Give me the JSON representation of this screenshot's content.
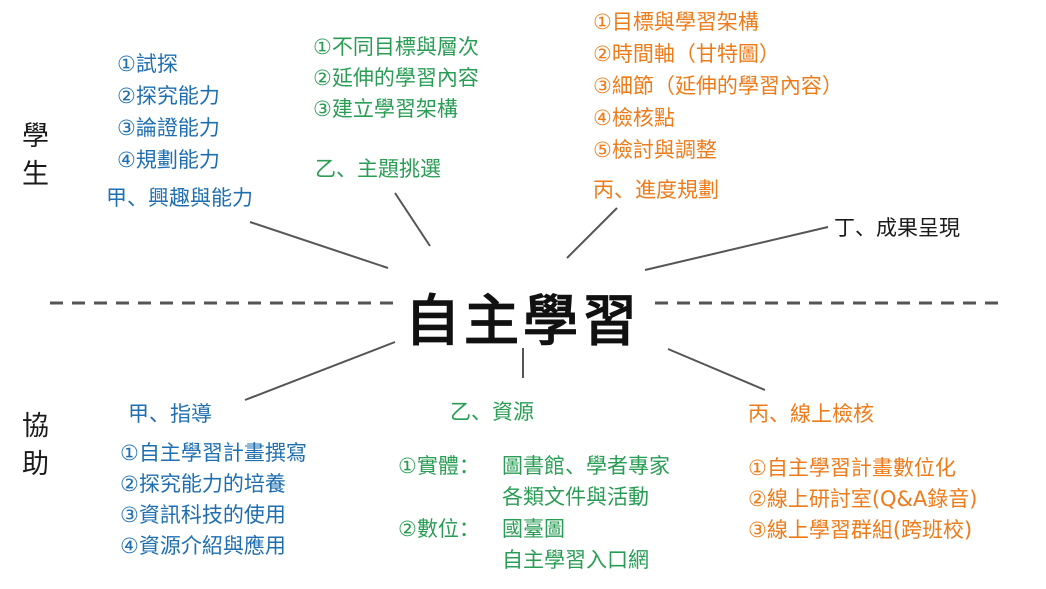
{
  "title": "自主學習",
  "side_labels": {
    "student": "學生",
    "assist": "協助"
  },
  "colors": {
    "blue": "#1f6fb0",
    "green": "#2a9d55",
    "orange": "#ee7b1a",
    "black": "#1a1a1a"
  },
  "student": {
    "a": {
      "heading": "甲、興趣與能力",
      "items": [
        "①試探",
        "②探究能力",
        "③論證能力",
        "④規劃能力"
      ]
    },
    "b": {
      "heading": "乙、主題挑選",
      "items": [
        "①不同目標與層次",
        "②延伸的學習內容",
        "③建立學習架構"
      ]
    },
    "c": {
      "heading": "丙、進度規劃",
      "items": [
        "①目標與學習架構",
        "②時間軸（甘特圖）",
        "③細節（延伸的學習內容）",
        "④檢核點",
        "⑤檢討與調整"
      ]
    },
    "d": {
      "heading": "丁、成果呈現"
    }
  },
  "assist": {
    "a": {
      "heading": "甲、指導",
      "items": [
        "①自主學習計畫撰寫",
        "②探究能力的培養",
        "③資訊科技的使用",
        "④資源介紹與應用"
      ]
    },
    "b": {
      "heading": "乙、資源",
      "row1_label": "①實體：",
      "row1_lines": [
        "圖書館、學者專家",
        "各類文件與活動"
      ],
      "row2_label": "②數位：",
      "row2_lines": [
        "國臺圖",
        "自主學習入口網"
      ]
    },
    "c": {
      "heading": "丙、線上檢核",
      "items": [
        "①自主學習計畫數位化",
        "②線上研討室(Q&A錄音)",
        "③線上學習群組(跨班校)"
      ]
    }
  }
}
